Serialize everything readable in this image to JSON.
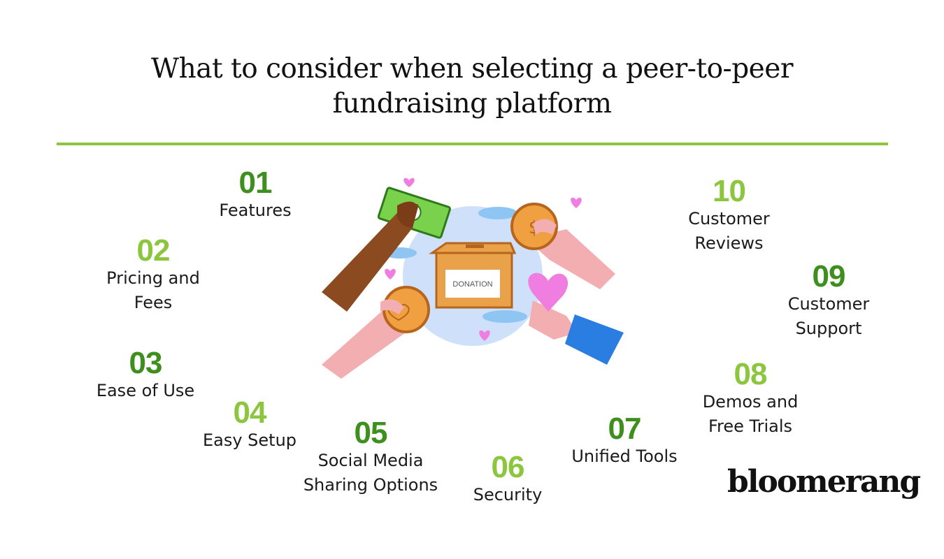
{
  "title": {
    "line1": "What to consider when selecting a peer-to-peer",
    "line2": "fundraising platform"
  },
  "items": [
    {
      "num": "01",
      "line1": "Features",
      "line2": ""
    },
    {
      "num": "02",
      "line1": "Pricing and",
      "line2": "Fees"
    },
    {
      "num": "03",
      "line1": "Ease of Use",
      "line2": ""
    },
    {
      "num": "04",
      "line1": "Easy Setup",
      "line2": ""
    },
    {
      "num": "05",
      "line1": "Social Media",
      "line2": "Sharing Options"
    },
    {
      "num": "06",
      "line1": "Security",
      "line2": ""
    },
    {
      "num": "07",
      "line1": "Unified Tools",
      "line2": ""
    },
    {
      "num": "08",
      "line1": "Demos and",
      "line2": "Free Trials"
    },
    {
      "num": "09",
      "line1": "Customer",
      "line2": "Support"
    },
    {
      "num": "10",
      "line1": "Customer",
      "line2": "Reviews"
    }
  ],
  "illustration": {
    "box_label": "DONATION"
  },
  "brand": {
    "logo_text": "bloomerang"
  },
  "colors": {
    "accent_dark_green": "#3f8f1f",
    "accent_light_green": "#8cc63f",
    "box_orange": "#e9a24a",
    "circle_blue": "#cfe0fb"
  }
}
